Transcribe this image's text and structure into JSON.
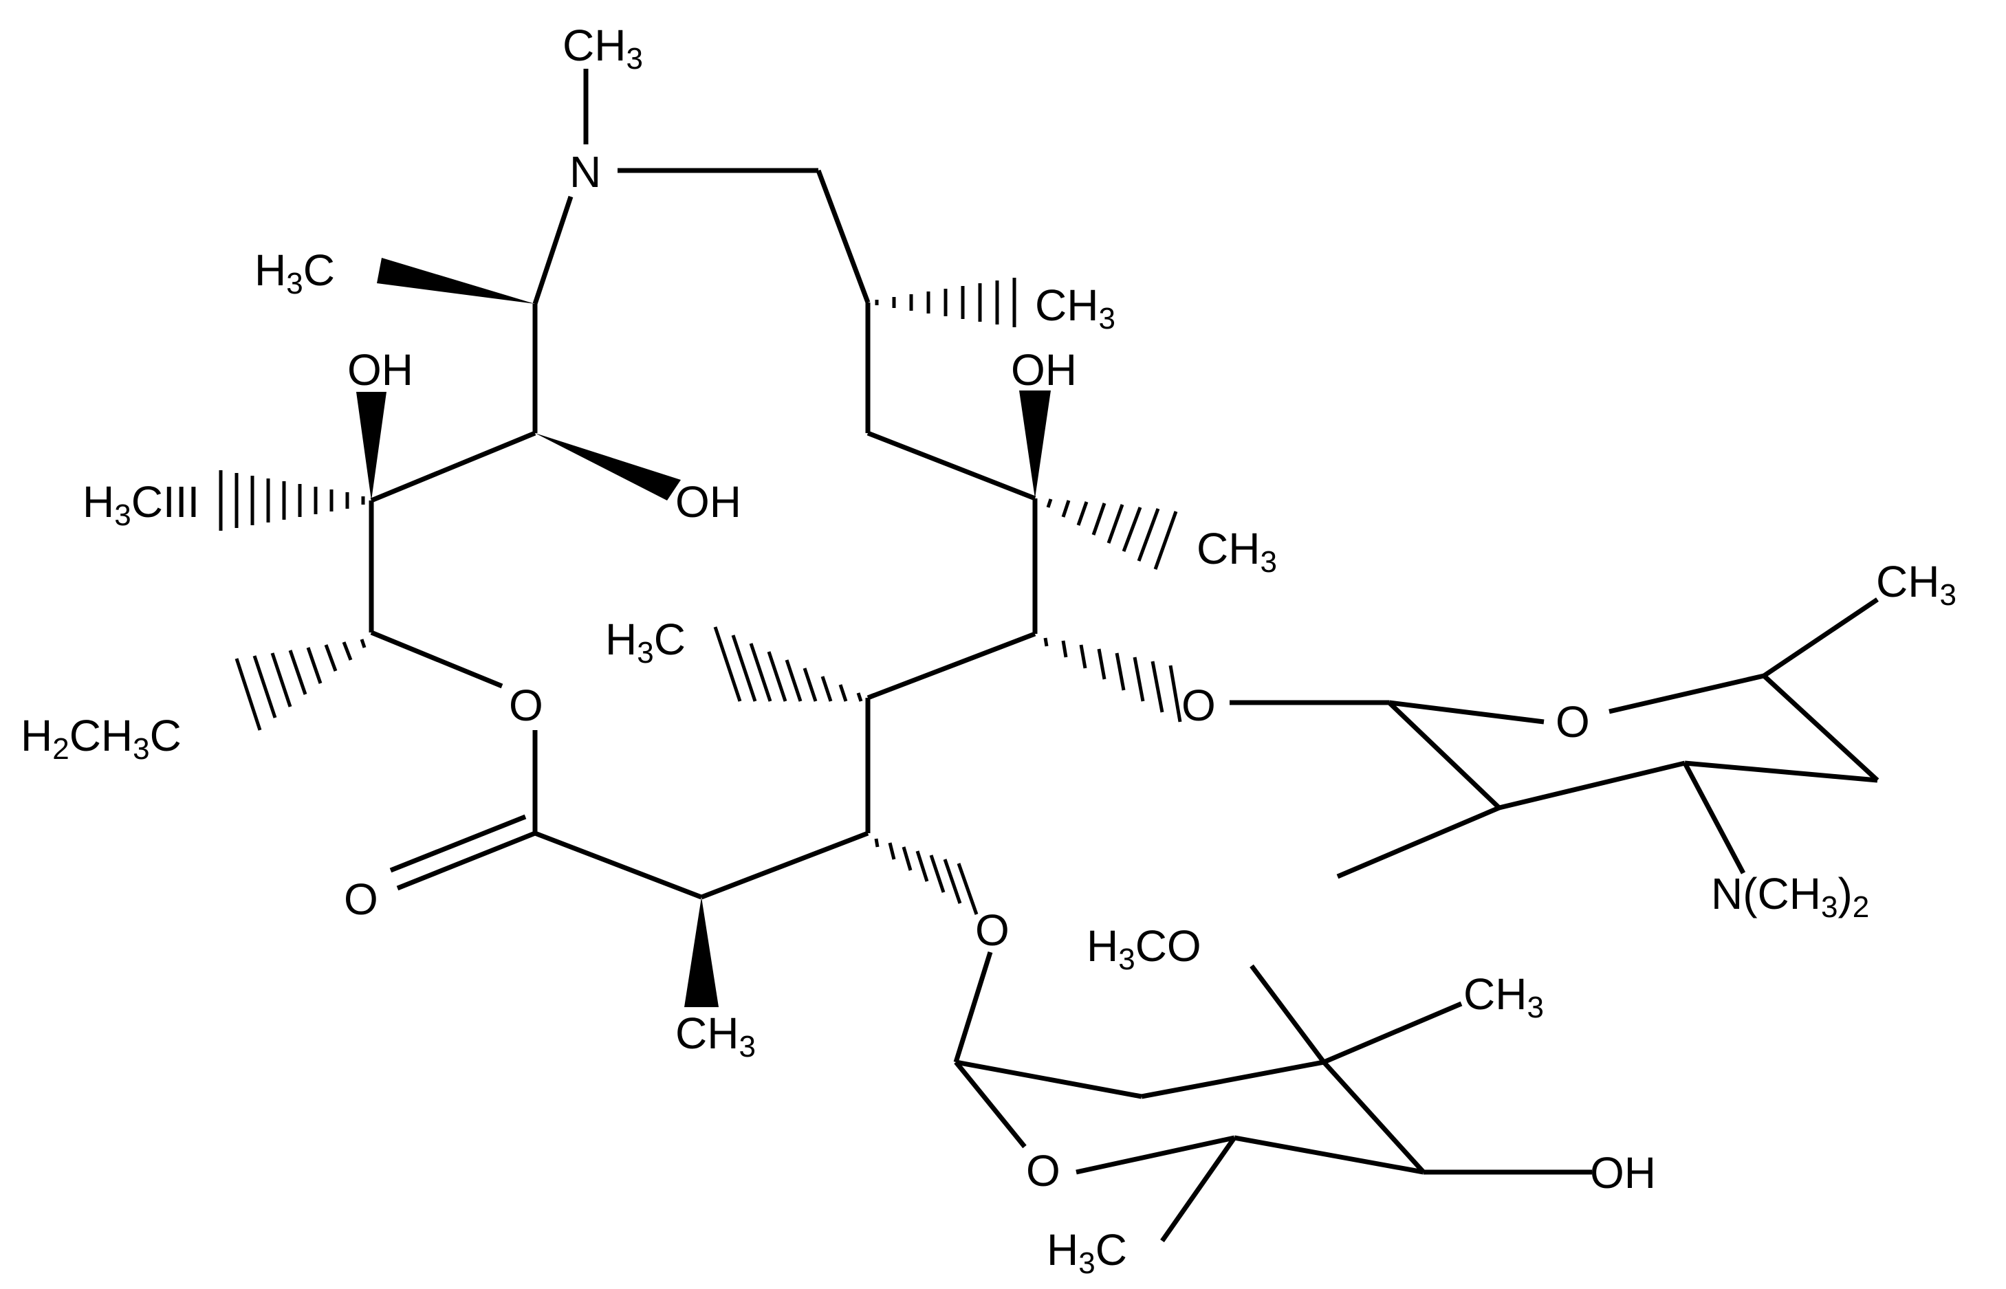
{
  "labels": {
    "n_methyl": "CH3",
    "n": "N",
    "h3c_left_upper": "H3C",
    "ch3_hashed_upper": "CH3",
    "oh_left": "OH",
    "oh_right": "OH",
    "oh_center": "OH",
    "h3c_hashed_left": "H3C",
    "ch3_hashed_right": "CH3",
    "h3c_center": "H3C",
    "h2ch3c": "H2CH3C",
    "o_ring": "O",
    "o_carbonyl": "O",
    "o_glycoside_upper": "O",
    "o_sugar1": "O",
    "ch3_sugar1_top": "CH3",
    "n_dimethyl": "N(CH3)2",
    "o_glycoside_lower": "O",
    "h3co": "H3CO",
    "ch3_sugar2": "CH3",
    "o_sugar2": "O",
    "oh_sugar2": "OH",
    "h3c_sugar2": "H3C",
    "ch3_bottom": "CH3"
  }
}
